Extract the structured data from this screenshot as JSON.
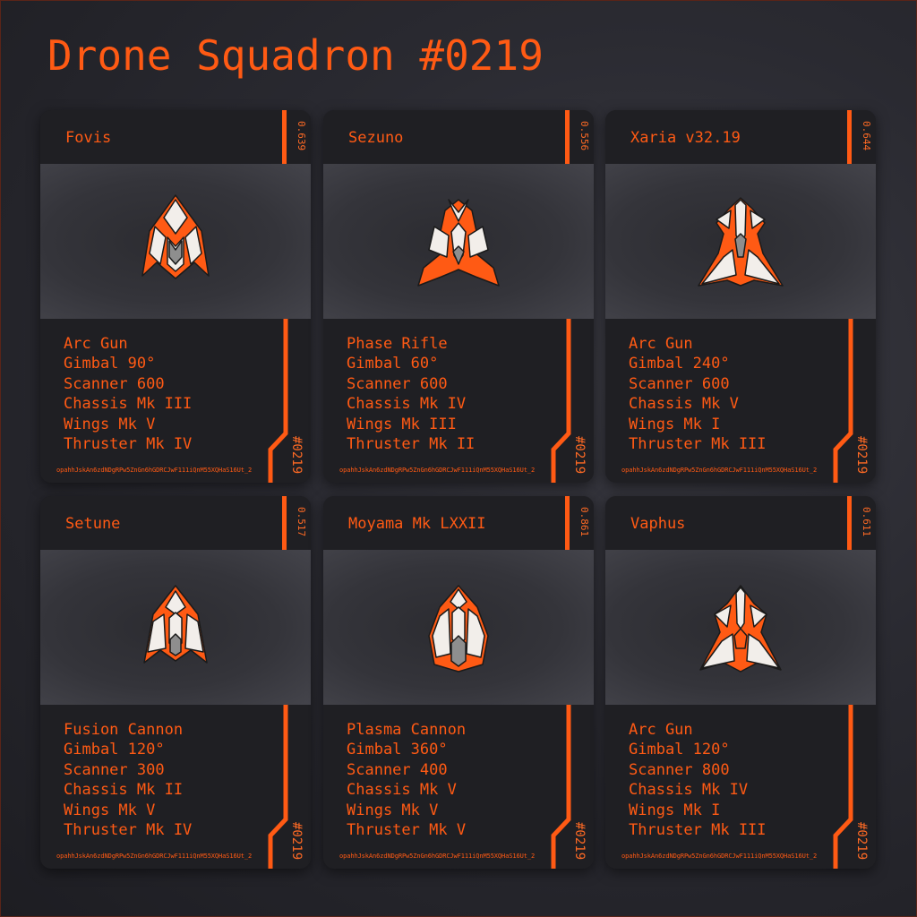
{
  "title": "Drone Squadron #0219",
  "colors": {
    "accent": "#ff5a14",
    "panel": "#1f1f23",
    "hull_white": "#f2eeea",
    "hull_gray": "#8e8e8e"
  },
  "cards": [
    {
      "name": "Fovis",
      "score": "0.639",
      "id": "#0219",
      "hash": "opahhJskAn6zdNDgRPw5ZnGn6hGDRCJwF111iQnM55XQHaS16Ut_2",
      "stats": [
        "Arc Gun",
        "Gimbal 90°",
        "Scanner 600",
        "Chassis Mk III",
        "Wings Mk V",
        "Thruster Mk IV"
      ]
    },
    {
      "name": "Sezuno",
      "score": "0.556",
      "id": "#0219",
      "hash": "opahhJskAn6zdNDgRPw5ZnGn6hGDRCJwF111iQnM55XQHaS16Ut_2",
      "stats": [
        "Phase Rifle",
        "Gimbal 60°",
        "Scanner 600",
        "Chassis Mk IV",
        "Wings Mk III",
        "Thruster Mk II"
      ]
    },
    {
      "name": "Xaria v32.19",
      "score": "0.644",
      "id": "#0219",
      "hash": "opahhJskAn6zdNDgRPw5ZnGn6hGDRCJwF111iQnM55XQHaS16Ut_2",
      "stats": [
        "Arc Gun",
        "Gimbal 240°",
        "Scanner 600",
        "Chassis Mk V",
        "Wings Mk I",
        "Thruster Mk III"
      ]
    },
    {
      "name": "Setune",
      "score": "0.517",
      "id": "#0219",
      "hash": "opahhJskAn6zdNDgRPw5ZnGn6hGDRCJwF111iQnM55XQHaS16Ut_2",
      "stats": [
        "Fusion Cannon",
        "Gimbal 120°",
        "Scanner 300",
        "Chassis Mk II",
        "Wings Mk V",
        "Thruster Mk IV"
      ]
    },
    {
      "name": "Moyama Mk LXXII",
      "score": "0.861",
      "id": "#0219",
      "hash": "opahhJskAn6zdNDgRPw5ZnGn6hGDRCJwF111iQnM55XQHaS16Ut_2",
      "stats": [
        "Plasma Cannon",
        "Gimbal 360°",
        "Scanner 400",
        "Chassis Mk V",
        "Wings Mk V",
        "Thruster Mk V"
      ]
    },
    {
      "name": "Vaphus",
      "score": "0.611",
      "id": "#0219",
      "hash": "opahhJskAn6zdNDgRPw5ZnGn6hGDRCJwF111iQnM55XQHaS16Ut_2",
      "stats": [
        "Arc Gun",
        "Gimbal 120°",
        "Scanner 800",
        "Chassis Mk IV",
        "Wings Mk I",
        "Thruster Mk III"
      ]
    }
  ]
}
